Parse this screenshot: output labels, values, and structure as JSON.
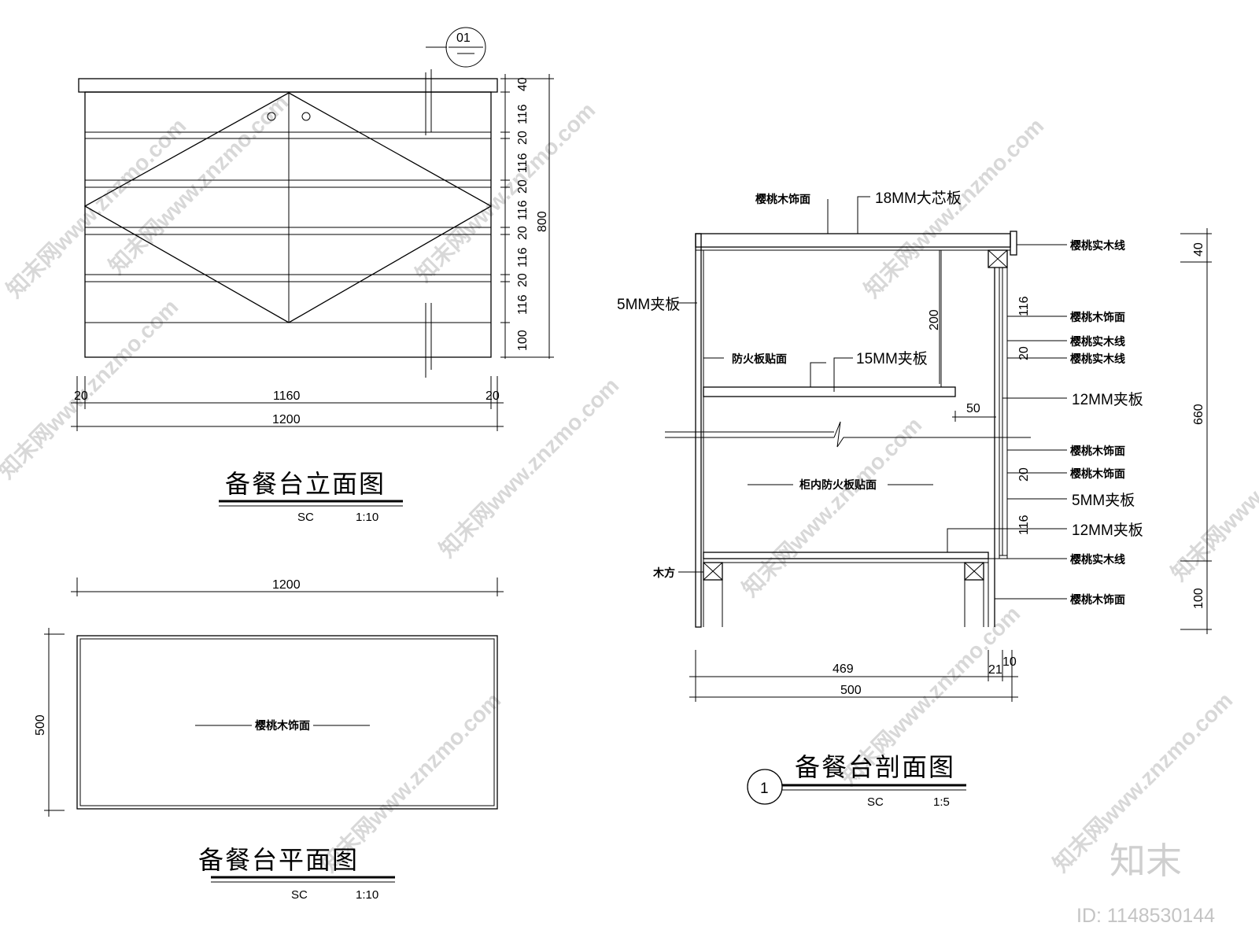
{
  "elevation": {
    "title": "备餐台立面图",
    "scale_code": "SC",
    "scale": "1:10",
    "section_marker": "01",
    "dims_right": [
      "40",
      "116",
      "20",
      "116",
      "20",
      "116",
      "20",
      "116",
      "20",
      "116",
      "100"
    ],
    "dim_total_height": "800",
    "dim_left_margin": "20",
    "dim_inner_width": "1160",
    "dim_right_margin": "20",
    "dim_total_width": "1200"
  },
  "plan": {
    "title": "备餐台平面图",
    "scale_code": "SC",
    "scale": "1:10",
    "dim_width": "1200",
    "dim_depth": "500",
    "surface_label": "樱桃木饰面"
  },
  "section": {
    "title": "备餐台剖面图",
    "number": "1",
    "scale_code": "SC",
    "scale": "1:5",
    "label_top_finish": "樱桃木饰面",
    "label_core_board": "18MM大芯板",
    "label_side_ply": "5MM夹板",
    "label_fire_board": "防火板贴面",
    "label_shelf_ply": "15MM夹板",
    "label_inner_fire": "柜内防火板贴面",
    "label_timber": "木方",
    "dim_200": "200",
    "dim_50": "50",
    "right_labels": [
      "樱桃实木线",
      "樱桃木饰面",
      "樱桃实木线",
      "樱桃实木线",
      "12MM夹板",
      "樱桃木饰面",
      "樱桃木饰面",
      "5MM夹板",
      "12MM夹板",
      "樱桃实木线",
      "樱桃木饰面"
    ],
    "front_dims": [
      "116",
      "20",
      "20",
      "116"
    ],
    "dims_right": [
      "40",
      "660",
      "100"
    ],
    "dim_inner_depth": "469",
    "dim_front_a": "21",
    "dim_front_b": "10",
    "dim_total_depth": "500"
  },
  "watermark": {
    "text": "知末网www.znzmo.com",
    "logo": "知末",
    "id": "ID: 1148530144"
  }
}
